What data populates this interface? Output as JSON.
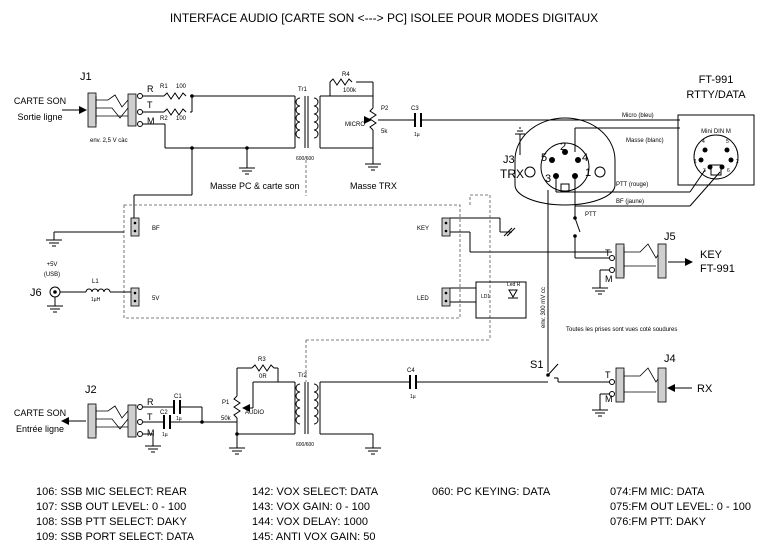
{
  "title": "INTERFACE AUDIO [CARTE SON <---> PC] ISOLEE POUR MODES DIGITAUX",
  "j1": {
    "ref": "J1",
    "name": "CARTE SON",
    "sub": "Sortie ligne",
    "r": "R",
    "t": "T",
    "m": "M",
    "level": "env. 2,5 V càc"
  },
  "r1": {
    "ref": "R1",
    "val": "100"
  },
  "r2": {
    "ref": "R2",
    "val": "100"
  },
  "r4": {
    "ref": "R4",
    "val": "100k"
  },
  "p2": {
    "ref": "P2",
    "val": "5k",
    "label": "MICRO"
  },
  "c3": {
    "ref": "C3",
    "val": "1µ"
  },
  "tr1": {
    "ref": "Tr1",
    "val": "600/600"
  },
  "masse_pc": "Masse PC & carte son",
  "masse_trx": "Masse TRX",
  "radio": {
    "model": "FT-991",
    "mode": "RTTY/DATA"
  },
  "j3": {
    "ref": "J3",
    "name": "TRX",
    "pins": [
      "5",
      "2",
      "4",
      "1",
      "3"
    ]
  },
  "mini_din": {
    "label": "Mini DIN M",
    "pins": [
      "4",
      "3",
      "1",
      "2",
      "5",
      "6"
    ]
  },
  "cables": {
    "micro": "Micro (bleu)",
    "masse": "Masse (blanc)",
    "ptt": "PTT (rouge)",
    "bf": "BF (jaune)"
  },
  "ptt": "PTT",
  "box": {
    "bf": "BF",
    "key": "KEY",
    "v5": "5V",
    "led": "LED"
  },
  "j6": {
    "ref": "J6",
    "supply": "+5V",
    "usb": "(USB)",
    "l1": "L1",
    "l1val": "1µH"
  },
  "led": {
    "ref": "LD1",
    "name": "Led R"
  },
  "j5": {
    "ref": "J5",
    "t": "T",
    "m": "M",
    "key": "KEY",
    "radio": "FT-991"
  },
  "ac_level": "env. 300 mV cc",
  "note": "Toutes les prises sont vues coté soudures",
  "s1": "S1",
  "j4": {
    "ref": "J4",
    "t": "T",
    "m": "M",
    "rx": "RX"
  },
  "r3": {
    "ref": "R3",
    "val": "0R"
  },
  "p1": {
    "ref": "P1",
    "val": "50k",
    "label": "AUDIO"
  },
  "tr2": {
    "ref": "Tr2",
    "val": "600/600"
  },
  "c4": {
    "ref": "C4",
    "val": "1µ"
  },
  "c1": {
    "ref": "C1",
    "val": "1µ"
  },
  "c2": {
    "ref": "C2",
    "val": "1µ"
  },
  "j2": {
    "ref": "J2",
    "name": "CARTE SON",
    "sub": "Entrée ligne",
    "r": "R",
    "t": "T",
    "m": "M"
  },
  "settings": [
    [
      "106: SSB MIC SELECT: REAR",
      "107: SSB OUT LEVEL: 0 - 100",
      "108: SSB PTT SELECT: DAKY",
      "109: SSB PORT SELECT: DATA"
    ],
    [
      "142: VOX SELECT: DATA",
      "143: VOX GAIN: 0 - 100",
      "144: VOX DELAY: 1000",
      "145: ANTI VOX GAIN: 50"
    ],
    [
      "060: PC KEYING: DATA"
    ],
    [
      "074:FM MIC: DATA",
      "075:FM OUT LEVEL: 0 - 100",
      "076:FM PTT: DAKY"
    ]
  ]
}
